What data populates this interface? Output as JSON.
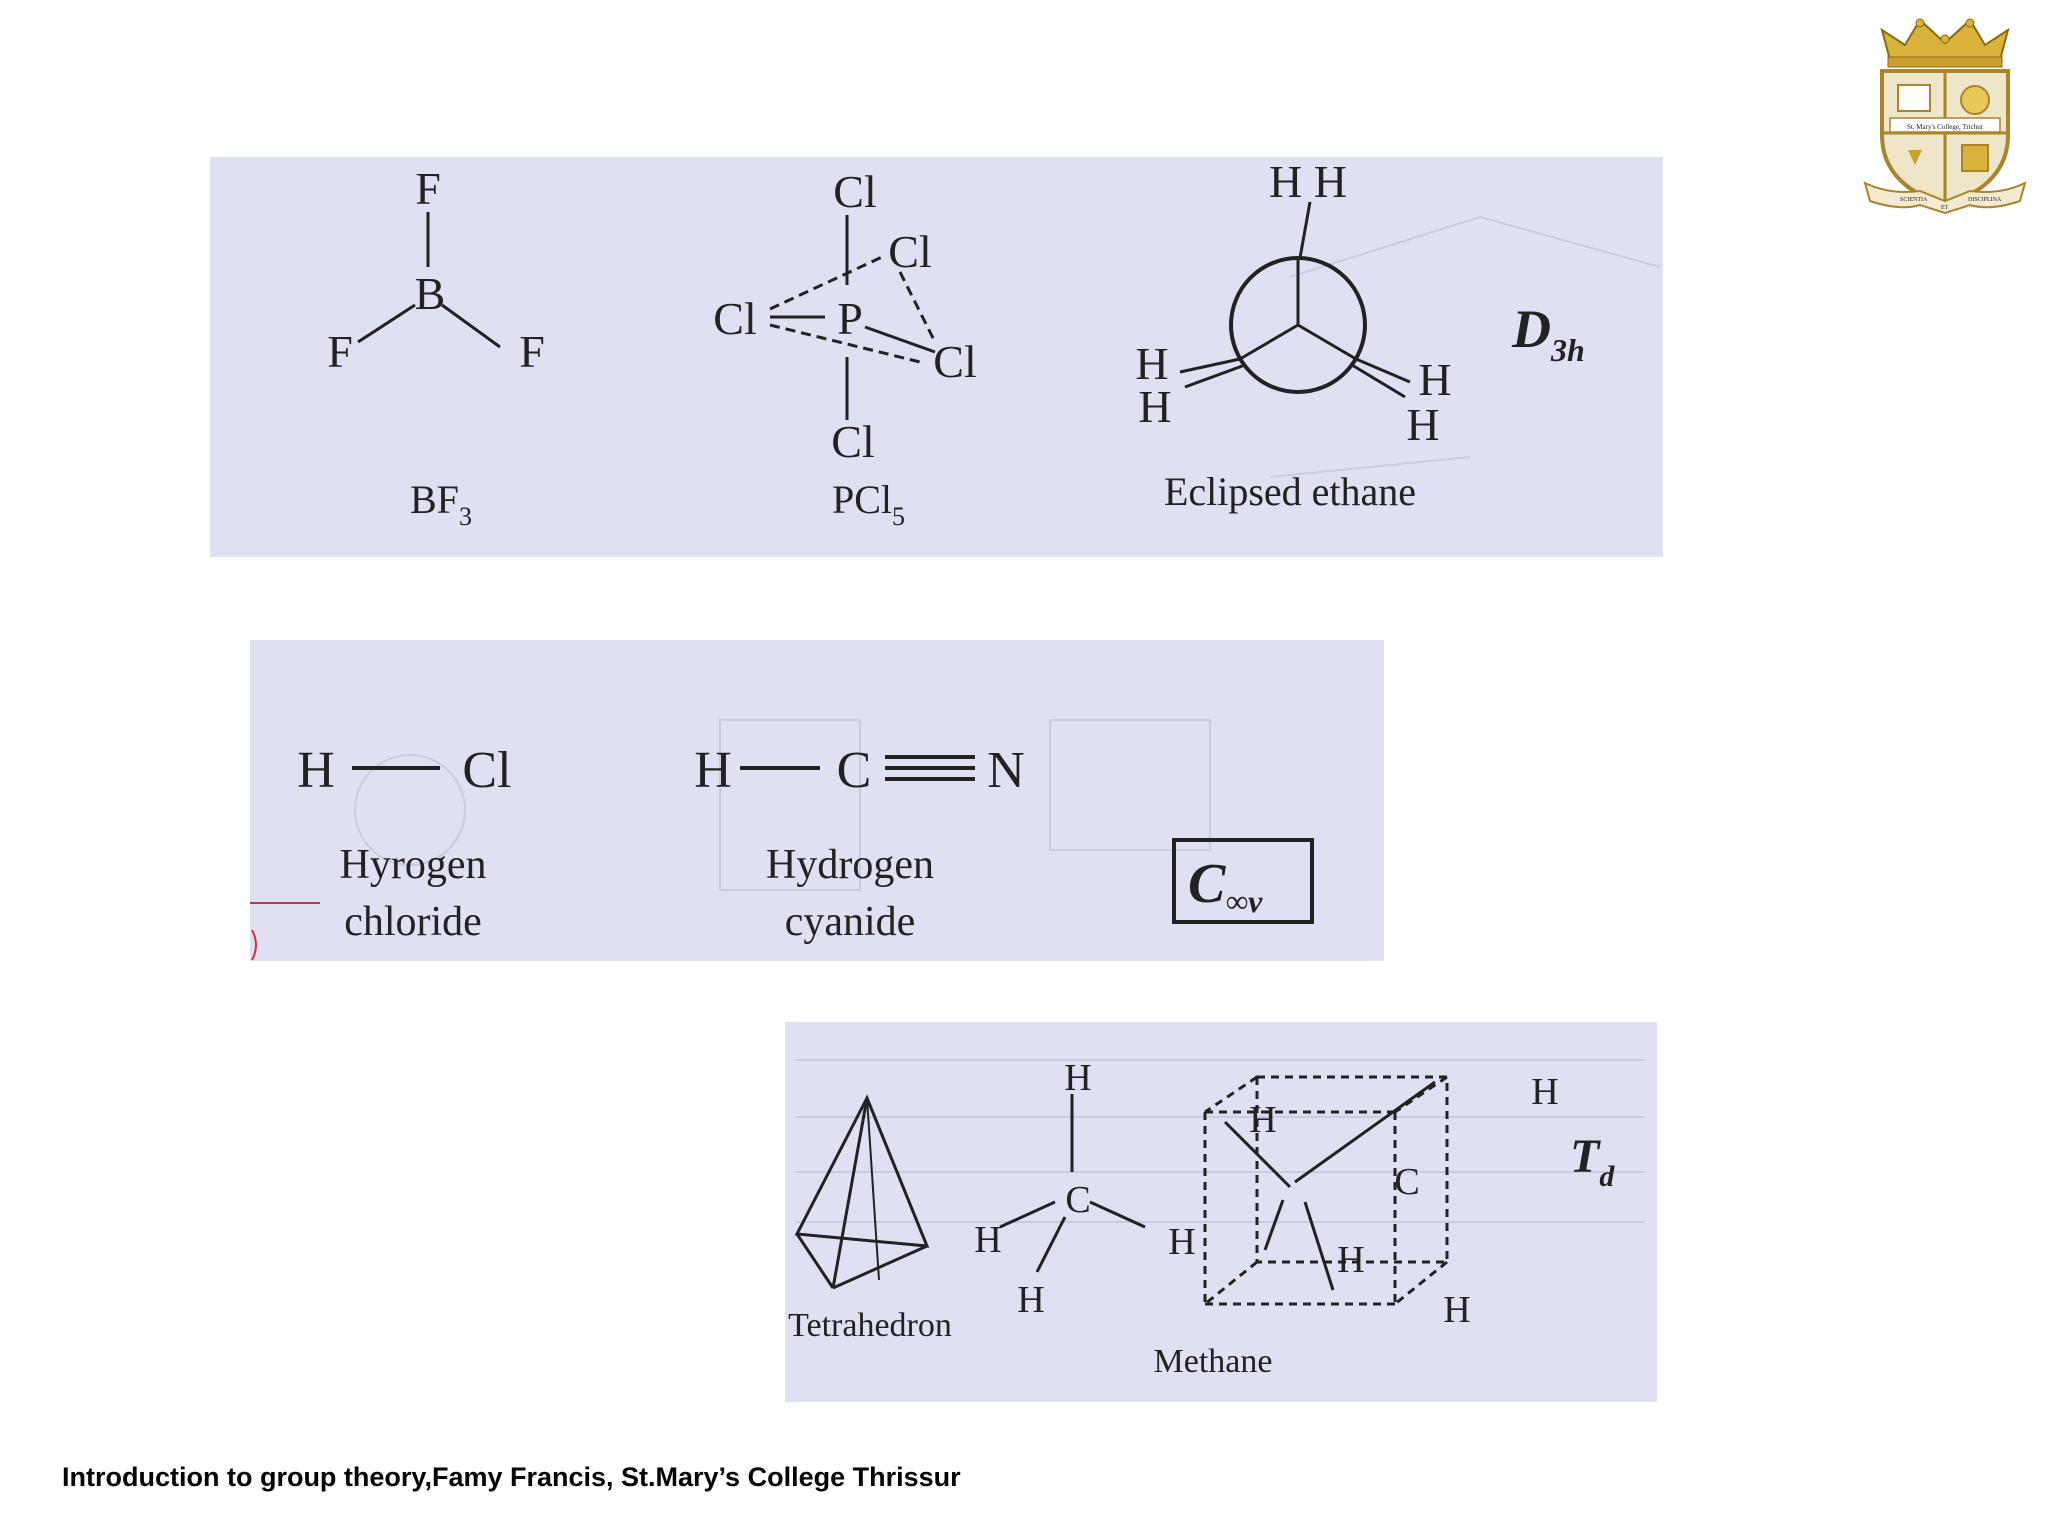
{
  "slide": {
    "footer": "Introduction to group theory,Famy Francis, St.Mary’s College Thrissur"
  },
  "logo": {
    "name": "St. Mary's College, Thrissur crest",
    "lettering": [
      "St. Mary's College, Trichur",
      "SCIENTIA",
      "ET",
      "DISCIPLINA"
    ]
  },
  "d3h_panel": {
    "group_symbol": "D",
    "group_subscript": "3h",
    "bf3": {
      "atoms": {
        "top": "F",
        "center": "B",
        "left": "F",
        "right": "F"
      },
      "caption_main": "BF",
      "caption_sub": "3"
    },
    "pcl5": {
      "atoms": {
        "top": "Cl",
        "center": "P",
        "left": "Cl",
        "upper_right": "Cl",
        "lower_right": "Cl",
        "bottom": "Cl"
      },
      "caption_main": "PCl",
      "caption_sub": "5"
    },
    "ethane": {
      "atoms": {
        "top": "H H",
        "left_upper": "H",
        "left_lower": "H",
        "right_upper": "H",
        "right_lower": "H"
      },
      "caption": "Eclipsed ethane"
    }
  },
  "cinf_panel": {
    "group_symbol": "C",
    "group_subscript": "∞v",
    "hcl": {
      "atoms": {
        "left": "H",
        "right": "Cl"
      },
      "caption_line1": "Hyrogen",
      "caption_line2": "chloride"
    },
    "hcn": {
      "atoms": {
        "h": "H",
        "c": "C",
        "n": "N"
      },
      "caption_line1": "Hydrogen",
      "caption_line2": "cyanide"
    }
  },
  "td_panel": {
    "group_symbol": "T",
    "group_subscript": "d",
    "tetrahedron_caption": "Tetrahedron",
    "methane": {
      "atoms": {
        "top": "H",
        "center": "C",
        "left": "H",
        "right": "H",
        "bottom": "H"
      },
      "cube_atoms": {
        "top_right": "H",
        "left": "H",
        "center": "C",
        "lower_left": "H",
        "bottom": "H"
      },
      "caption": "Methane"
    }
  }
}
